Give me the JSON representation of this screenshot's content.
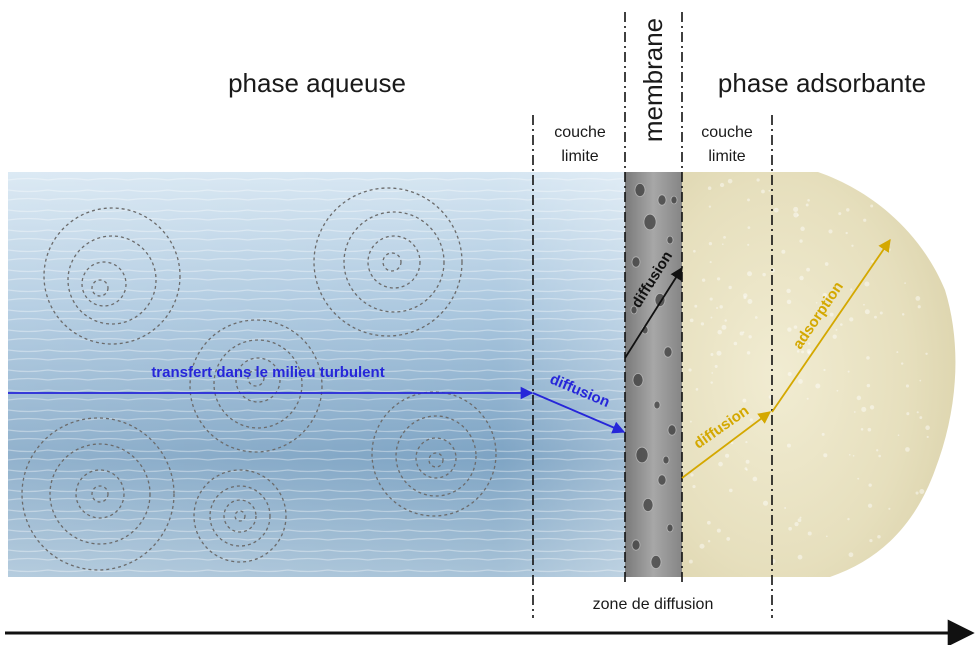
{
  "headings": {
    "aqueous": "phase aqueuse",
    "membrane": "membrane",
    "adsorbent": "phase adsorbante"
  },
  "zones": {
    "boundary_left_line1": "couche",
    "boundary_left_line2": "limite",
    "boundary_right_line1": "couche",
    "boundary_right_line2": "limite",
    "diffusion_zone": "zone de diffusion"
  },
  "arrows": {
    "turbulent": "transfert dans le milieu turbulent",
    "diffusion_aqueous": "diffusion",
    "diffusion_membrane": "diffusion",
    "diffusion_adsorbent": "diffusion",
    "adsorption": "adsorption"
  },
  "colors": {
    "blue": "#2626d9",
    "black": "#111111",
    "gold": "#d4a800",
    "water_dark": "#6a93b6",
    "water_light": "#cfe2ef",
    "membrane_gray": "#8c8c8c",
    "adsorbent_cream": "#ece6c6"
  }
}
